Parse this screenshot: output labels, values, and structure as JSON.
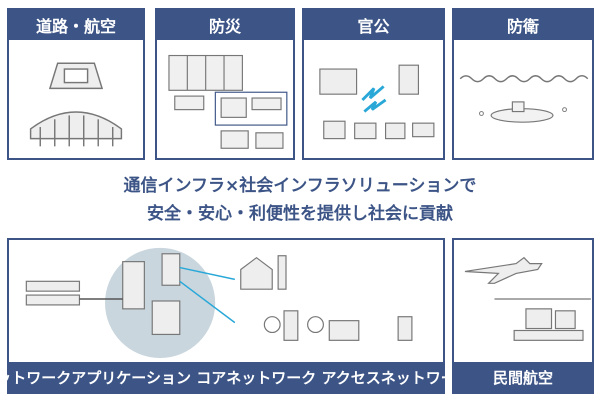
{
  "top_panels": [
    {
      "title": "道路・航空"
    },
    {
      "title": "防災"
    },
    {
      "title": "官公"
    },
    {
      "title": "防衛"
    }
  ],
  "tagline": {
    "line1": "通信インフラ×社会インフラソリューションで",
    "line2": "安全・安心・利便性を提供し社会に貢献"
  },
  "network_panel": {
    "label": "ネットワークアプリケーション コアネットワーク アクセスネットワーク"
  },
  "civil_aviation_panel": {
    "title": "民間航空"
  },
  "colors": {
    "accent": "#3c5486",
    "line": "#888888",
    "circle": "#c9d6de",
    "cyan": "#29a8d8"
  }
}
